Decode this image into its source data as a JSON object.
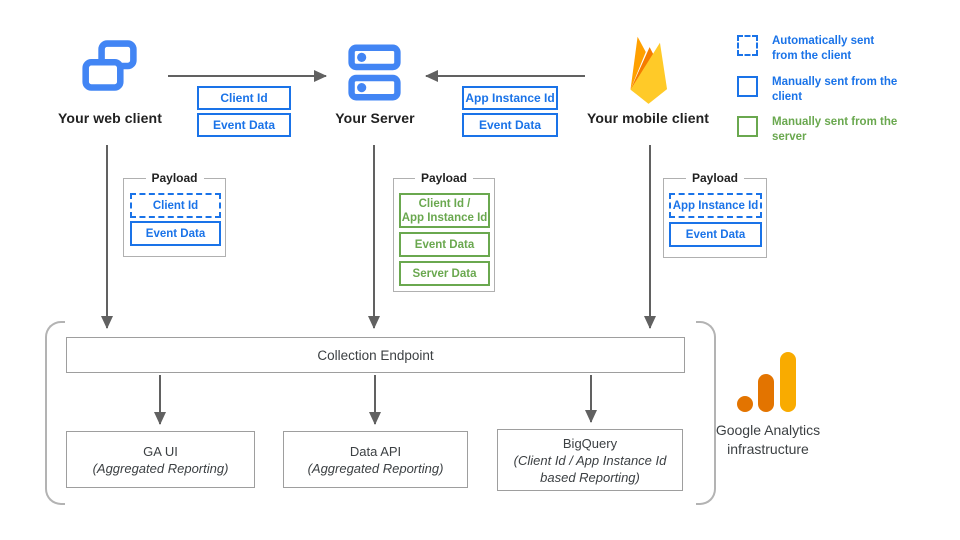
{
  "colors": {
    "blue": "#1a73e8",
    "icon_blue": "#4285f4",
    "green": "#6aa84f",
    "arrow_gray": "#616161",
    "box_border_gray": "#9e9e9e",
    "firebase_yellow": "#FFCA28",
    "firebase_orange": "#FFA000",
    "firebase_dark_orange": "#F57C00",
    "ga_amber": "#F9AB00",
    "ga_orange": "#E37400"
  },
  "clients": {
    "web": {
      "label": "Your web client"
    },
    "server": {
      "label": "Your Server"
    },
    "mobile": {
      "label": "Your mobile client"
    }
  },
  "flow_labels": {
    "web_to_server": [
      {
        "label": "Client Id"
      },
      {
        "label": "Event Data"
      }
    ],
    "mobile_to_server": [
      {
        "label": "App Instance Id"
      },
      {
        "label": "Event Data"
      }
    ]
  },
  "payloads": {
    "web": {
      "title": "Payload",
      "items": [
        {
          "label": "Client Id",
          "style": "dashed-blue"
        },
        {
          "label": "Event Data",
          "style": "solid-blue"
        }
      ]
    },
    "server": {
      "title": "Payload",
      "items": [
        {
          "label": "Client Id /",
          "label2": "App Instance Id",
          "style": "solid-green"
        },
        {
          "label": "Event Data",
          "style": "solid-green"
        },
        {
          "label": "Server Data",
          "style": "solid-green"
        }
      ]
    },
    "mobile": {
      "title": "Payload",
      "items": [
        {
          "label": "App Instance Id",
          "style": "dashed-blue"
        },
        {
          "label": "Event Data",
          "style": "solid-blue"
        }
      ]
    }
  },
  "legend": {
    "items": [
      {
        "label": "Automatically sent from the client",
        "swatch": "dashed-blue"
      },
      {
        "label": "Manually sent from the client",
        "swatch": "solid-blue"
      },
      {
        "label": "Manually sent from the server",
        "swatch": "solid-green"
      }
    ]
  },
  "infrastructure": {
    "collection_endpoint_label": "Collection Endpoint",
    "outputs": [
      {
        "title": "GA UI",
        "subtitle": "(Aggregated Reporting)"
      },
      {
        "title": "Data API",
        "subtitle": "(Aggregated Reporting)"
      },
      {
        "title": "BigQuery",
        "subtitle": "(Client Id / App Instance Id based Reporting)"
      }
    ],
    "brand_label": "Google Analytics infrastructure"
  }
}
